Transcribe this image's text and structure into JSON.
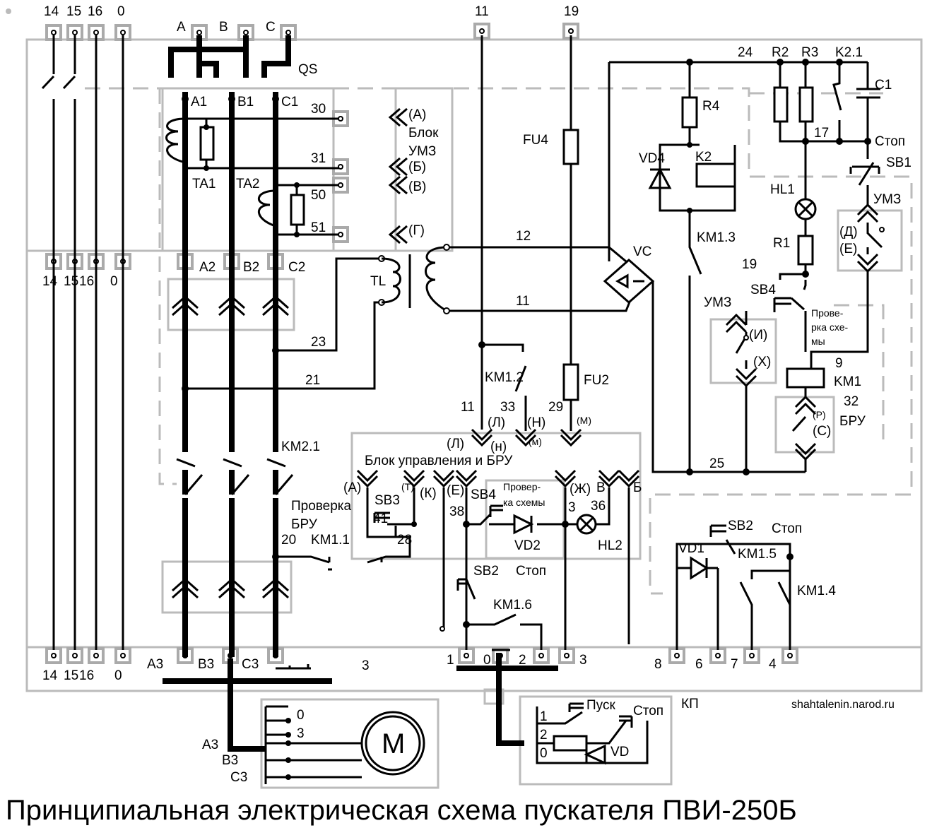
{
  "title": "Принципиальная электрическая схема пускателя ПВИ-250Б",
  "watermark": "shahtalenin.narod.ru",
  "top_terminals": {
    "t14": "14",
    "t15": "15",
    "t16": "16",
    "t0": "0",
    "tA": "A",
    "tB": "B",
    "tC": "C",
    "t11": "11",
    "t19": "19"
  },
  "mid_terminals": {
    "t14": "14",
    "t15": "15",
    "t16": "16",
    "t0": "0",
    "A2": "A2",
    "B2": "B2",
    "C2": "C2"
  },
  "bottom_terminals": {
    "t14": "14",
    "t15": "15",
    "t16": "16",
    "t0": "0",
    "A3": "A3",
    "B3": "B3",
    "C3": "C3",
    "n1": "1",
    "n0": "0",
    "n2": "2",
    "n3": "3",
    "n8": "8",
    "n6": "6",
    "n7": "7",
    "n4": "4"
  },
  "power": {
    "QS": "QS",
    "A1": "A1",
    "B1": "B1",
    "C1": "C1",
    "TA1": "TA1",
    "TA2": "TA2",
    "KM21": "KM2.1",
    "TL": "TL",
    "w30": "30",
    "w31": "31",
    "w50": "50",
    "w51": "51",
    "w23": "23",
    "w21": "21",
    "w3": "3"
  },
  "ums_block": {
    "A": "(А)",
    "blok": "Блок",
    "ums": "УМЗ",
    "B": "(Б)",
    "V": "(В)",
    "G": "(Г)"
  },
  "rectifier": {
    "w12": "12",
    "w11": "11",
    "VC": "VC",
    "FU4": "FU4",
    "FU2": "FU2"
  },
  "control": {
    "w24": "24",
    "R2": "R2",
    "R3": "R3",
    "K21": "K2.1",
    "C1": "C1",
    "R4": "R4",
    "K2": "K2",
    "VD4": "VD4",
    "w17": "17",
    "stop": "Стоп",
    "SB1": "SB1",
    "HL1": "HL1",
    "UMZ": "УМЗ",
    "D": "(Д)",
    "E": "(Е)",
    "R1": "R1",
    "KM13": "KM1.3",
    "w19": "19",
    "SB4": "SB4",
    "check1": "Прове-",
    "check2": "рка схе-",
    "check3": "мы",
    "UMZ2": "УМЗ",
    "I": "(И)",
    "X": "(Х)",
    "w9": "9",
    "KM1": "KM1",
    "w32": "32",
    "BRU": "БРУ",
    "R": "(Р)",
    "S": "(С)",
    "w25": "25"
  },
  "bru_block": {
    "KM12": "KM1.2",
    "w11": "11",
    "w33": "33",
    "w29": "29",
    "L": "(Л)",
    "N": "(Н)",
    "M": "(М)",
    "L2": "(Л)",
    "N2": "(н)",
    "M2": "(м)",
    "title": "Блок управления и БРУ",
    "A": "(А)",
    "T": "(Т)",
    "K": "(К)",
    "E": "(Е)",
    "ZH": "(Ж)",
    "V": "В",
    "B": "Б",
    "SB3": "SB3",
    "w41": "41",
    "check": "Проверка",
    "bru": "БРУ",
    "w28": "28",
    "w38": "38",
    "SB4": "SB4",
    "checkScheme1": "Провер-",
    "checkScheme2": "ка схемы",
    "w3": "3",
    "w36": "36",
    "VD2": "VD2",
    "HL2": "HL2",
    "w20": "20",
    "KM11": "KM1.1",
    "SB2": "SB2",
    "stop": "Стоп",
    "KM16": "KM1.6"
  },
  "right_block": {
    "SB2": "SB2",
    "stop": "Стоп",
    "VD1": "VD1",
    "KM15": "KM1.5",
    "KM14": "KM1.4"
  },
  "motor": {
    "M": "M",
    "A3": "A3",
    "B3": "B3",
    "C3": "C3",
    "p0": "0",
    "p3": "3"
  },
  "kp": {
    "KP": "КП",
    "start": "Пуск",
    "stop": "Стоп",
    "VD": "VD",
    "p1": "1",
    "p2": "2",
    "p0": "0"
  }
}
